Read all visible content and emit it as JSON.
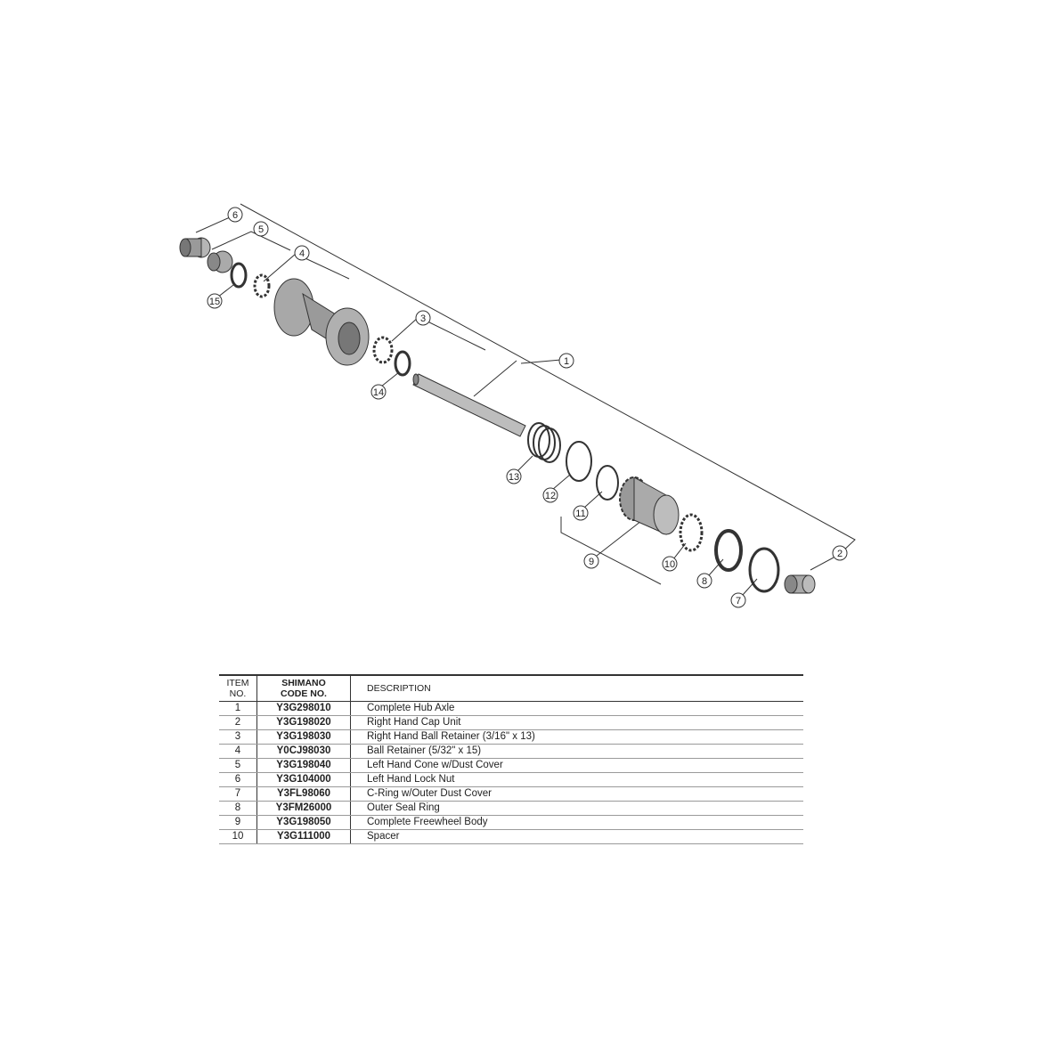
{
  "callouts": [
    "1",
    "2",
    "3",
    "4",
    "5",
    "6",
    "7",
    "8",
    "9",
    "10",
    "11",
    "12",
    "13",
    "14",
    "15"
  ],
  "table": {
    "headers": {
      "item": [
        "ITEM",
        "NO."
      ],
      "code": [
        "SHIMANO",
        "CODE NO."
      ],
      "description": "DESCRIPTION"
    },
    "rows": [
      {
        "no": "1",
        "code": "Y3G298010",
        "description": "Complete Hub Axle"
      },
      {
        "no": "2",
        "code": "Y3G198020",
        "description": "Right Hand Cap Unit"
      },
      {
        "no": "3",
        "code": "Y3G198030",
        "description": "Right Hand Ball Retainer (3/16\" x 13)"
      },
      {
        "no": "4",
        "code": "Y0CJ98030",
        "description": "Ball Retainer (5/32\" x 15)"
      },
      {
        "no": "5",
        "code": "Y3G198040",
        "description": "Left Hand Cone w/Dust Cover"
      },
      {
        "no": "6",
        "code": "Y3G104000",
        "description": "Left Hand Lock Nut"
      },
      {
        "no": "7",
        "code": "Y3FL98060",
        "description": "C-Ring w/Outer Dust Cover"
      },
      {
        "no": "8",
        "code": "Y3FM26000",
        "description": "Outer Seal Ring"
      },
      {
        "no": "9",
        "code": "Y3G198050",
        "description": "Complete Freewheel Body"
      },
      {
        "no": "10",
        "code": "Y3G111000",
        "description": "Spacer"
      }
    ]
  }
}
